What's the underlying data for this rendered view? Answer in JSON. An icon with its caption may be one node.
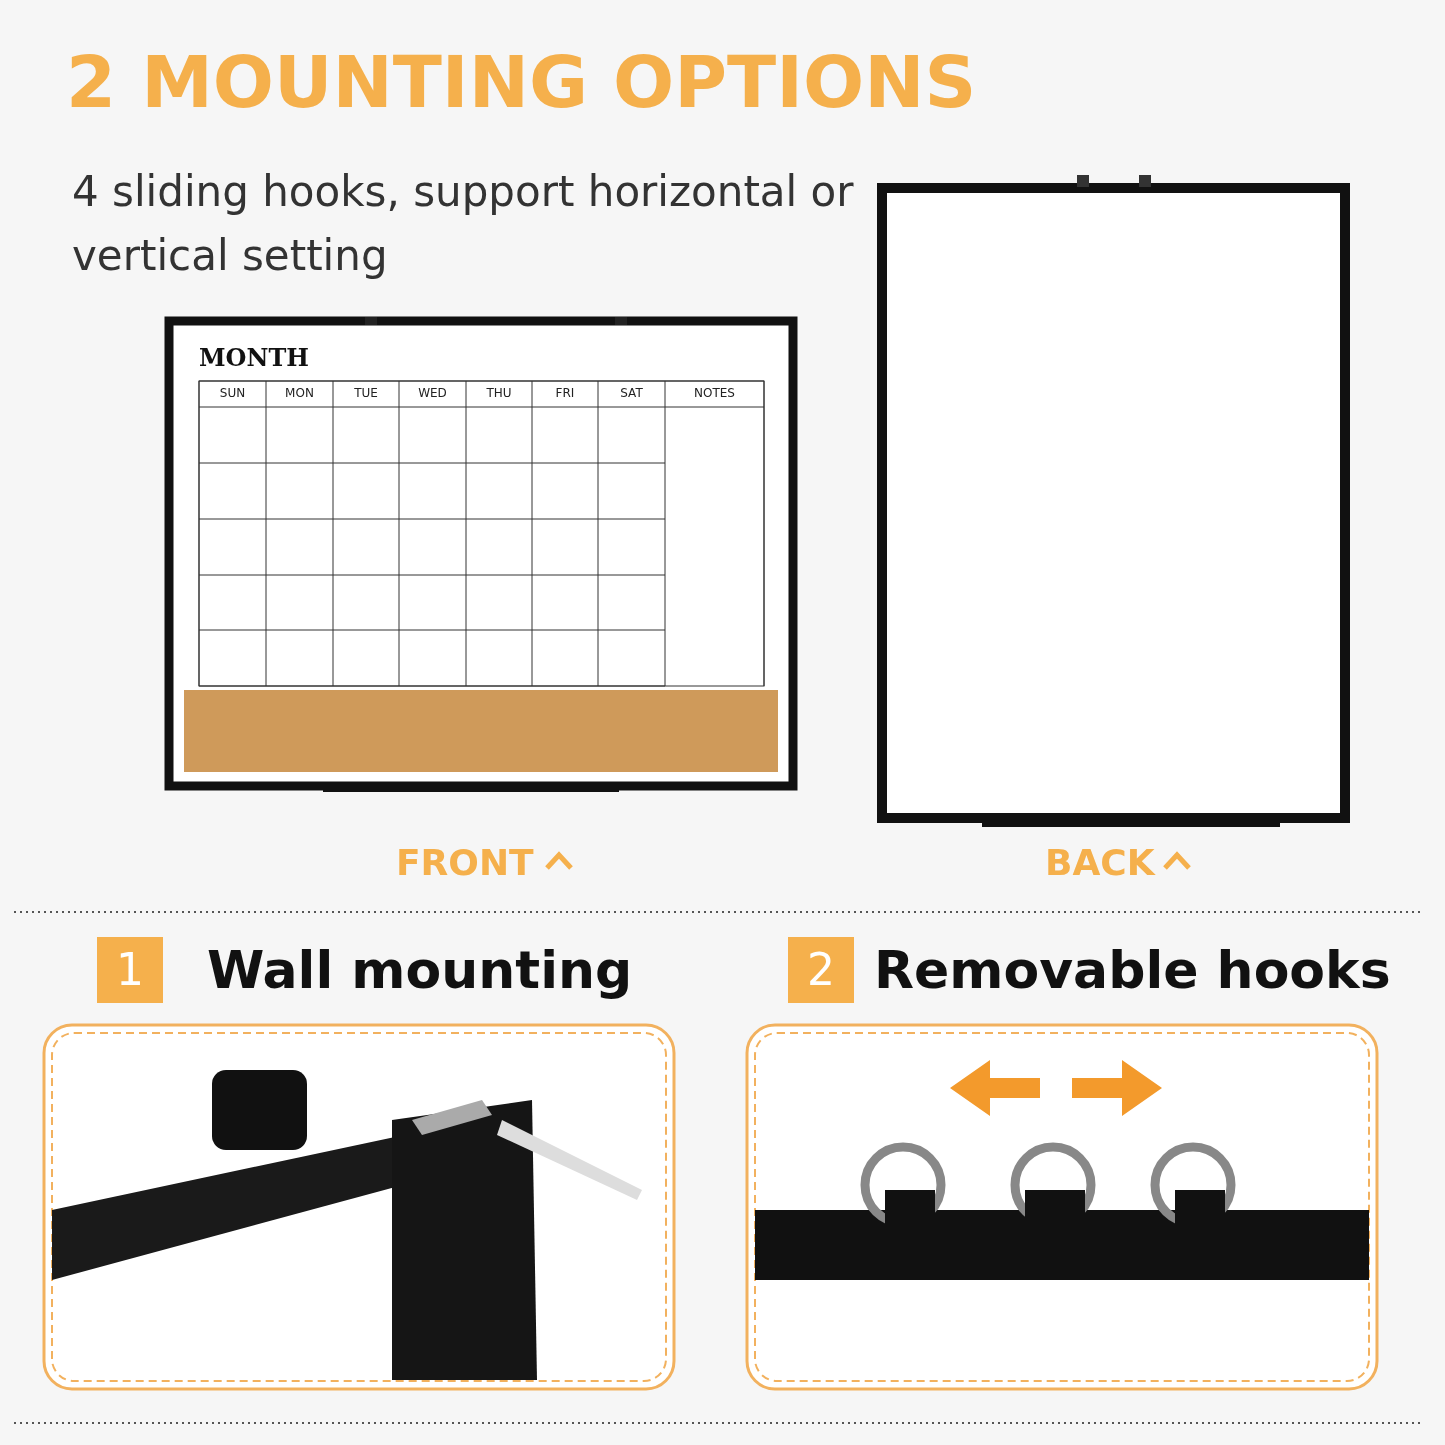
{
  "diagram": {
    "title": "2 MOUNTING OPTIONS",
    "labels": [
      "4 sliding hooks, support horizontal or vertical setting",
      "MONTH",
      "SUN",
      "MON",
      "TUE",
      "WED",
      "THU",
      "FRI",
      "SAT",
      "NOTES",
      "FRONT",
      "BACK",
      "1",
      "Wall mounting",
      "2",
      "Removable hooks"
    ]
  }
}
